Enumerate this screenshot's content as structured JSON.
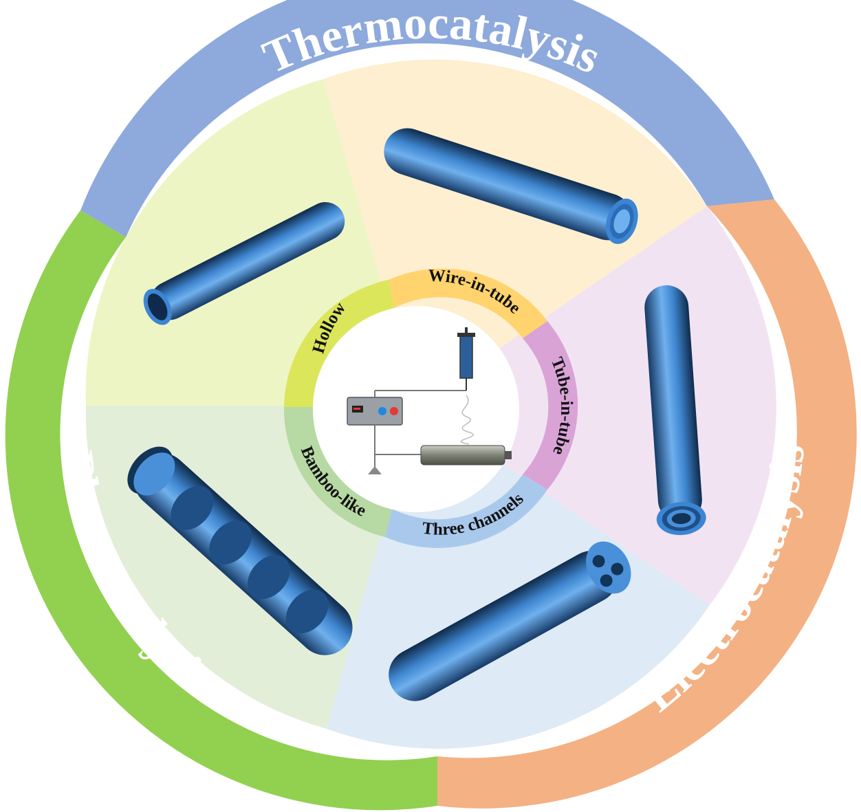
{
  "outer_ring": {
    "thermocatalysis": {
      "label": "Thermocatalysis",
      "color": "#8EA9DB"
    },
    "electrocatalysis": {
      "label": "Electrocatalysis",
      "color": "#F4B183"
    },
    "photocatalysis": {
      "label": "Photocatalysis",
      "color": "#92D050"
    }
  },
  "sectors": {
    "hollow": {
      "color": "#EEF5C4"
    },
    "wire_in_tube": {
      "color": "#FDEFCF"
    },
    "tube_in_tube": {
      "color": "#F2E3F3"
    },
    "three_channels": {
      "color": "#DEEAF6"
    },
    "bamboo_like": {
      "color": "#E3EED8"
    }
  },
  "inner_ring": {
    "hollow": {
      "label": "Hollow",
      "color": "#DBE65B"
    },
    "wire_in_tube": {
      "label": "Wire-in-tube",
      "color": "#FFD36E"
    },
    "tube_in_tube": {
      "label": "Tube-in-tube",
      "color": "#D9A3D6"
    },
    "three_channels": {
      "label": "Three channels",
      "color": "#A9C9EC"
    },
    "bamboo_like": {
      "label": "Bamboo-like",
      "color": "#B7D9A3"
    }
  },
  "tube_color": "#4A90D9"
}
